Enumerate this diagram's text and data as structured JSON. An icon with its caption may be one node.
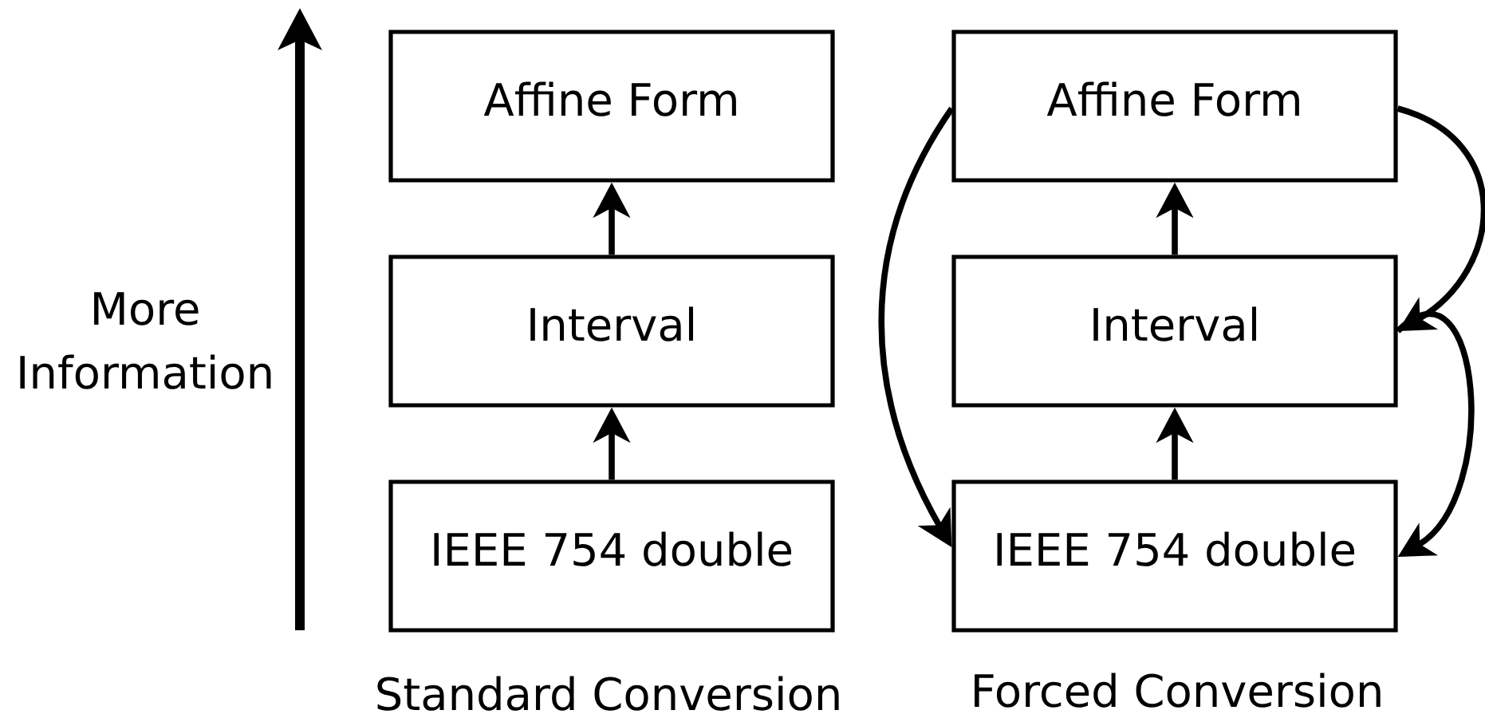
{
  "diagram": {
    "nodes": [
      {
        "text": [
          "Affine Form"
        ]
      },
      {
        "text": [
          "Interval"
        ]
      },
      {
        "text": [
          "IEEE 754 double"
        ]
      },
      {
        "text": [
          "Affine Form"
        ]
      },
      {
        "text": [
          "Interval"
        ]
      },
      {
        "text": [
          "IEEE 754 double"
        ]
      }
    ],
    "edges": [
      {
        "from": 2,
        "to": 1,
        "arrow": "to"
      },
      {
        "from": 1,
        "to": 0,
        "arrow": "to"
      },
      {
        "from": 5,
        "to": 4,
        "arrow": "to"
      },
      {
        "from": 4,
        "to": 3,
        "arrow": "to"
      },
      {
        "from": 3,
        "to": 5,
        "arrow": "to"
      },
      {
        "from": 3,
        "to": 4,
        "arrow": "to"
      },
      {
        "from": 4,
        "to": 5,
        "arrow": "to"
      }
    ],
    "labels": [
      "More Information",
      "Standard Conversion",
      "Forced Conversion"
    ]
  }
}
